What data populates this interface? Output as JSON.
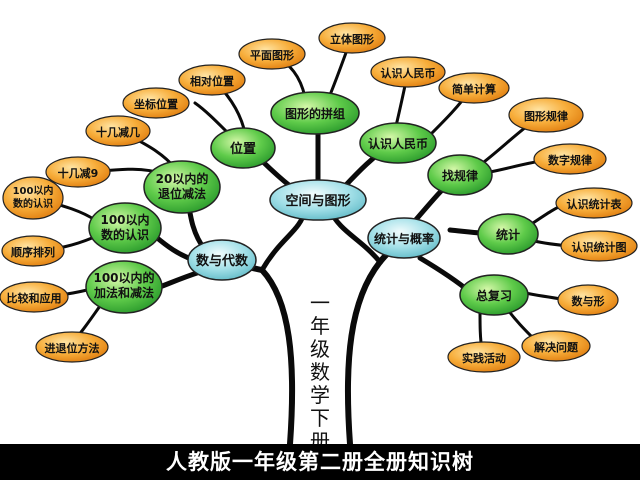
{
  "caption": "人教版一年级第二册全册知识树",
  "trunk_label": "一年级数学下册",
  "main_branches": {
    "left": "数与代数",
    "center": "空间与图形",
    "right": "统计与概率"
  },
  "green_nodes": {
    "within20": [
      "20以内的",
      "退位减法"
    ],
    "within100_recognize": [
      "100以内",
      "数的认识"
    ],
    "within100_addsub": [
      "100以内的",
      "加法和减法"
    ],
    "position": "位置",
    "pattern_assembly": "图形的拼组",
    "rmb": "认识人民币",
    "find_rules": "找规律",
    "statistics": "统计",
    "review": "总复习"
  },
  "orange_leaves": {
    "teen_minus_9": "十几减9",
    "teen_minus_few": "十几减几",
    "recognize_100": [
      "100以内",
      "数的认识"
    ],
    "sequence": "顺序排列",
    "compare_apply": "比较和应用",
    "carry_borrow": "进退位方法",
    "coordinate": "坐标位置",
    "relative": "相对位置",
    "plane": "平面图形",
    "solid": "立体图形",
    "rmb_leaf": "认识人民币",
    "simple_calc": "简单计算",
    "shape_rule": "图形规律",
    "number_rule": "数字规律",
    "stat_table": "认识统计表",
    "stat_chart": "认识统计图",
    "number_shape": "数与形",
    "solve": "解决问题",
    "practice": "实践活动"
  },
  "colors": {
    "orange_fill": "#f39a1f",
    "orange_light": "#ffd88a",
    "green_fill": "#3cb83a",
    "green_light": "#b6ec8a",
    "teal_fill": "#7fcfd8",
    "teal_light": "#e2f7fa",
    "branch": "#0a0a0a",
    "caption_bg": "#000000"
  }
}
